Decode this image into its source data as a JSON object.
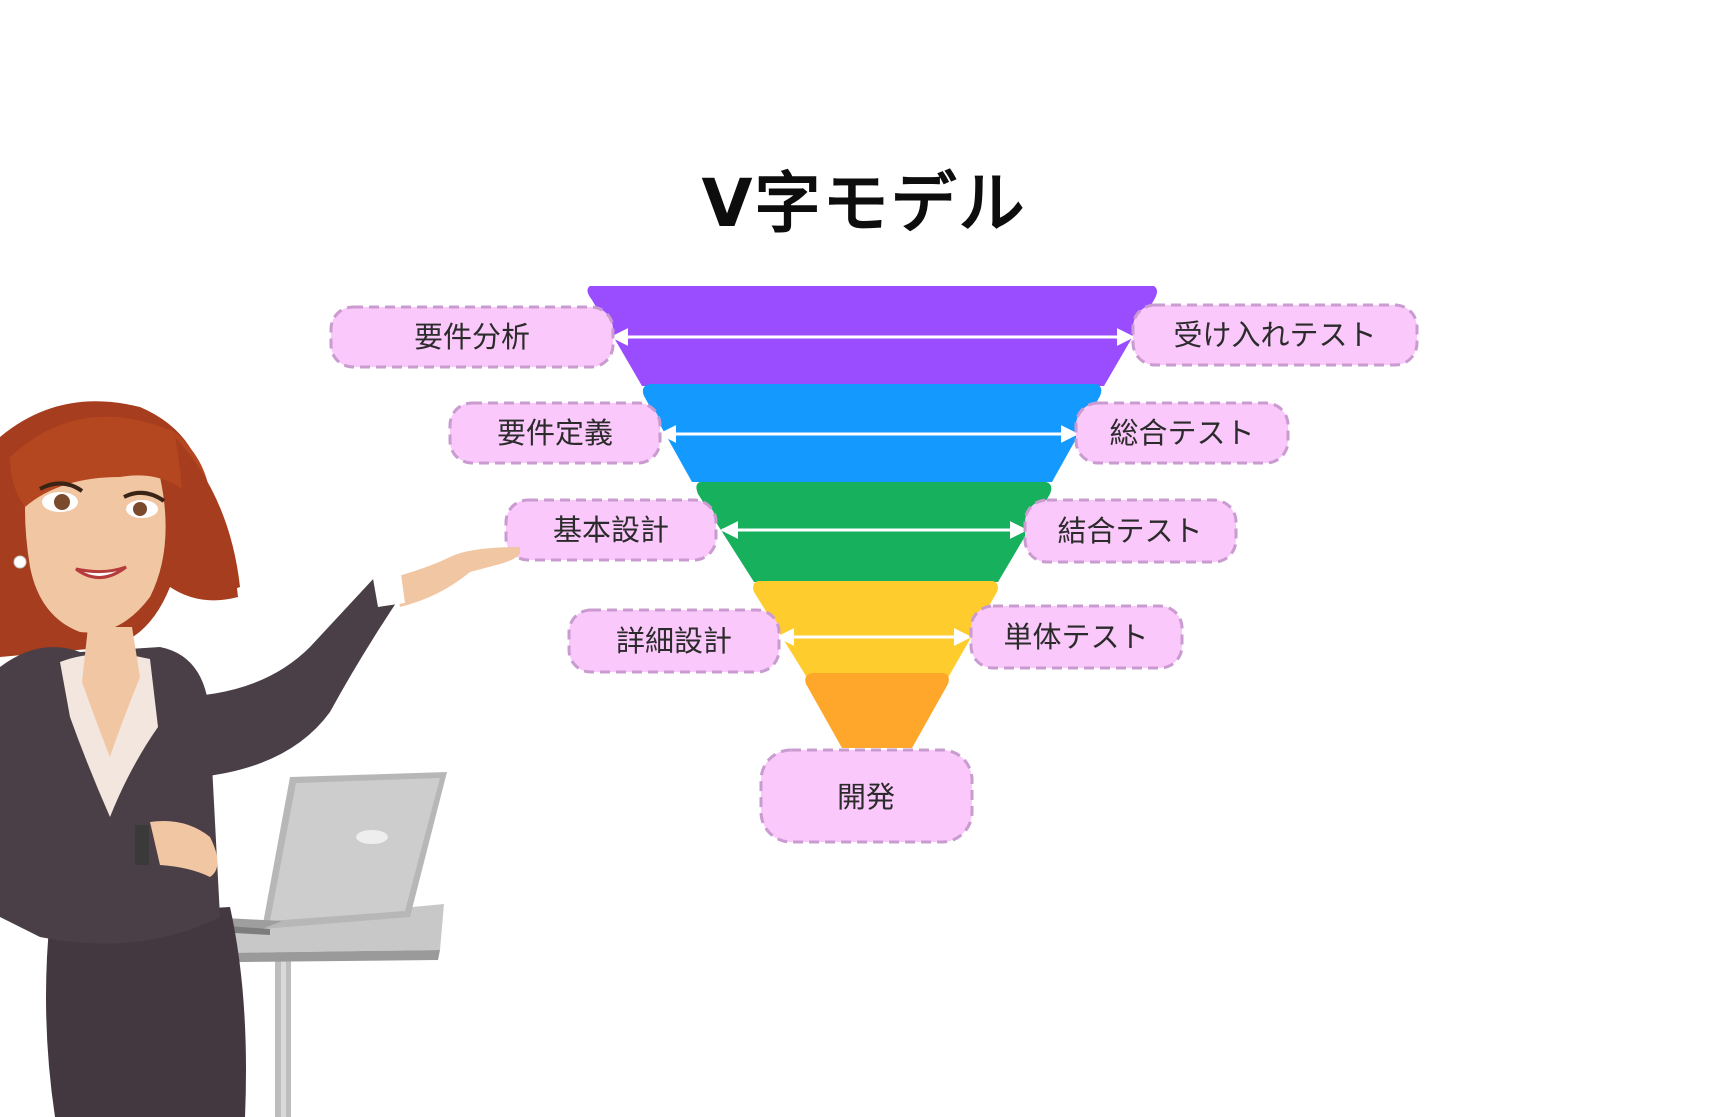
{
  "title": "V字モデル",
  "colors": {
    "band1": "#9a4dff",
    "band2": "#1499ff",
    "band3": "#17b05c",
    "band4": "#ffcc2e",
    "band5": "#ffa72a",
    "label_fill": "#fac8fa",
    "label_border": "#c99bd0",
    "arrow": "#ffffff"
  },
  "left_labels": [
    "要件分析",
    "要件定義",
    "基本設計",
    "詳細設計"
  ],
  "right_labels": [
    "受け入れテスト",
    "総合テスト",
    "結合テスト",
    "単体テスト"
  ],
  "bottom_label": "開発",
  "illustration": "businesswoman-presenting-with-laptop"
}
